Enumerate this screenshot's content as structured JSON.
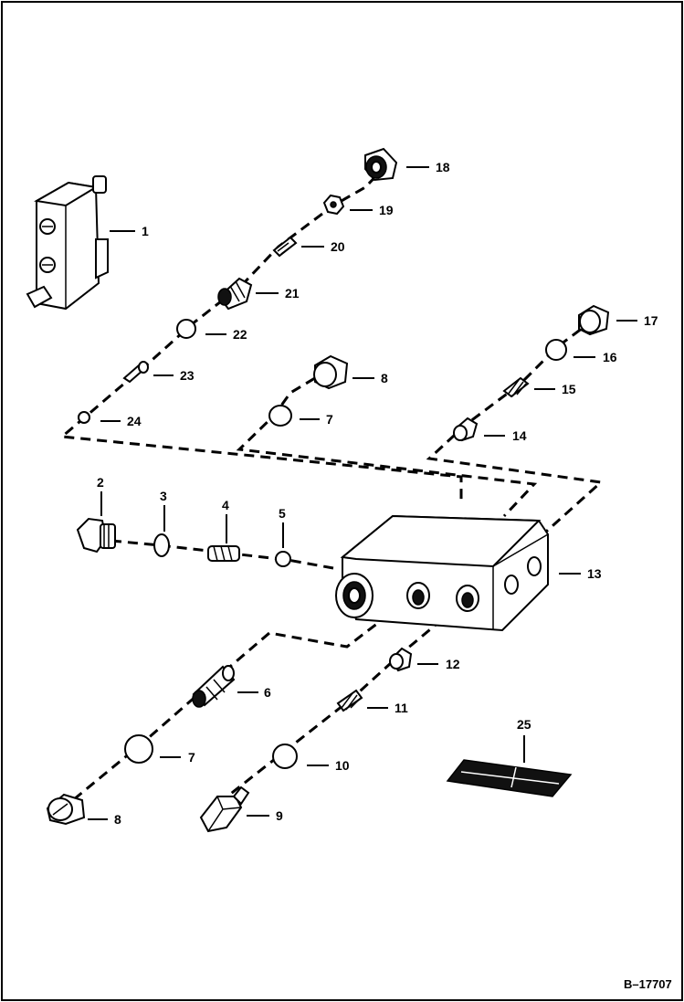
{
  "diagram": {
    "ref_code": "B–17707",
    "callouts": [
      {
        "id": "1",
        "label": "1"
      },
      {
        "id": "2",
        "label": "2"
      },
      {
        "id": "3",
        "label": "3"
      },
      {
        "id": "4",
        "label": "4"
      },
      {
        "id": "5",
        "label": "5"
      },
      {
        "id": "6",
        "label": "6"
      },
      {
        "id": "7a",
        "label": "7"
      },
      {
        "id": "7b",
        "label": "7"
      },
      {
        "id": "8a",
        "label": "8"
      },
      {
        "id": "8b",
        "label": "8"
      },
      {
        "id": "9",
        "label": "9"
      },
      {
        "id": "10",
        "label": "10"
      },
      {
        "id": "11",
        "label": "11"
      },
      {
        "id": "12",
        "label": "12"
      },
      {
        "id": "13",
        "label": "13"
      },
      {
        "id": "14",
        "label": "14"
      },
      {
        "id": "15",
        "label": "15"
      },
      {
        "id": "16",
        "label": "16"
      },
      {
        "id": "17",
        "label": "17"
      },
      {
        "id": "18",
        "label": "18"
      },
      {
        "id": "19",
        "label": "19"
      },
      {
        "id": "20",
        "label": "20"
      },
      {
        "id": "21",
        "label": "21"
      },
      {
        "id": "22",
        "label": "22"
      },
      {
        "id": "23",
        "label": "23"
      },
      {
        "id": "24",
        "label": "24"
      },
      {
        "id": "25",
        "label": "25"
      }
    ]
  }
}
